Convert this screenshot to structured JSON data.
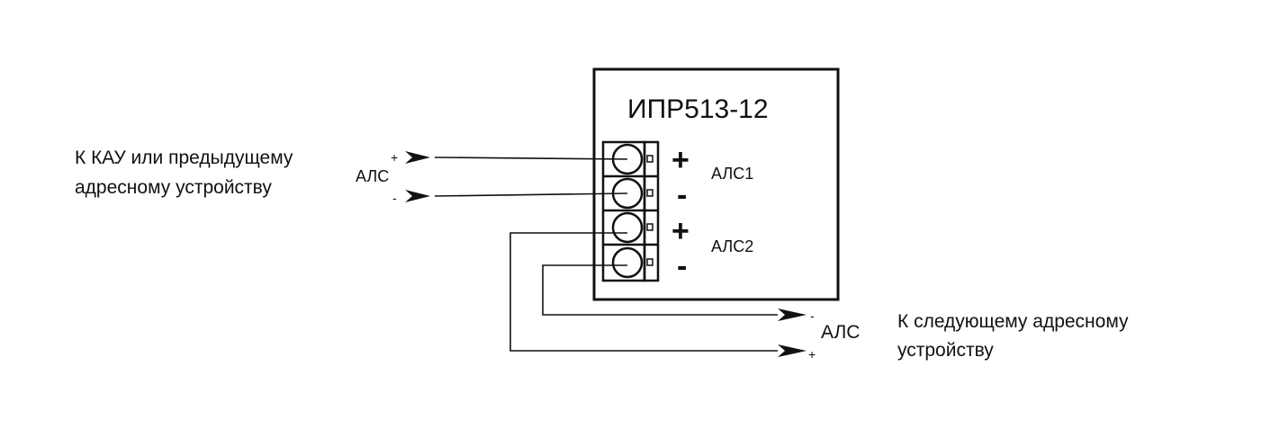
{
  "device": {
    "title": "ИПР513-12"
  },
  "terminals": {
    "t1_sign": "+",
    "t2_sign": "-",
    "t3_sign": "+",
    "t4_sign": "-",
    "group1_label": "АЛС1",
    "group2_label": "АЛС2"
  },
  "input": {
    "description_line1": "К КАУ или предыдущему",
    "description_line2": "адресному устройству",
    "line_label": "АЛС",
    "plus": "+",
    "minus": "-"
  },
  "output": {
    "description_line1": "К следующему адресному",
    "description_line2": "устройству",
    "line_label": "АЛС",
    "plus": "+",
    "minus": "-"
  },
  "colors": {
    "stroke": "#111111",
    "background": "#ffffff"
  }
}
